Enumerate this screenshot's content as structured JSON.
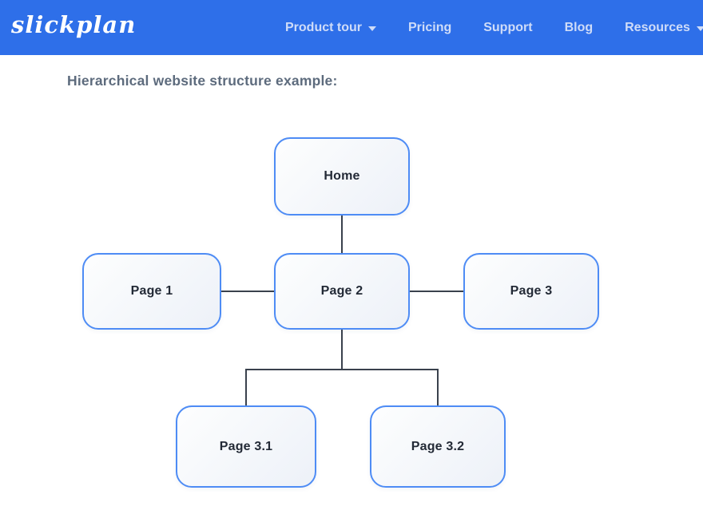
{
  "header": {
    "logo": "slickplan",
    "bg_color": "#2e6fe9",
    "nav_text_color": "#cfdcf8",
    "nav": [
      {
        "label": "Product tour",
        "has_caret": true
      },
      {
        "label": "Pricing",
        "has_caret": false
      },
      {
        "label": "Support",
        "has_caret": false
      },
      {
        "label": "Blog",
        "has_caret": false
      },
      {
        "label": "Resources",
        "has_caret": true
      }
    ]
  },
  "heading": "Hierarchical website structure example:",
  "diagram": {
    "type": "hierarchy-sitemap",
    "colors": {
      "node_border": "#4e8cf5",
      "node_fill": "#f3f6fb",
      "node_text": "#232a36",
      "connector": "#3a414d"
    },
    "nodes": [
      {
        "id": "home",
        "label": "Home",
        "level": 0
      },
      {
        "id": "page1",
        "label": "Page 1",
        "level": 1
      },
      {
        "id": "page2",
        "label": "Page 2",
        "level": 1
      },
      {
        "id": "page3",
        "label": "Page 3",
        "level": 1
      },
      {
        "id": "page31",
        "label": "Page 3.1",
        "level": 2
      },
      {
        "id": "page32",
        "label": "Page 3.2",
        "level": 2
      }
    ],
    "edges": [
      {
        "from": "home",
        "to": "page2"
      },
      {
        "from": "page1",
        "to": "page2"
      },
      {
        "from": "page2",
        "to": "page3"
      },
      {
        "from": "page2",
        "to": "page31"
      },
      {
        "from": "page2",
        "to": "page32"
      }
    ]
  }
}
